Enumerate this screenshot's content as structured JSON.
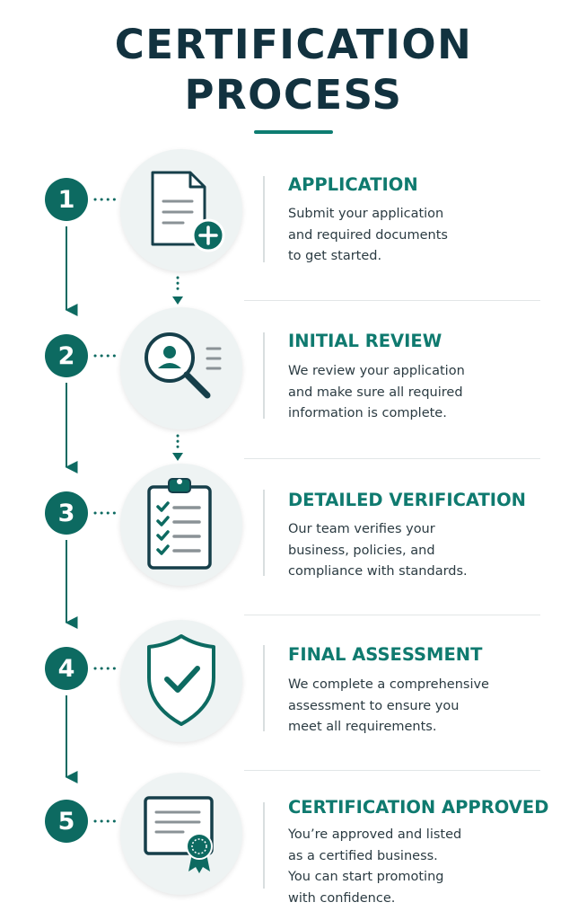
{
  "title": {
    "line1": "CERTIFICATION",
    "line2": "PROCESS"
  },
  "colors": {
    "primary": "#0d6a61",
    "accent": "#0f7a6f",
    "heading": "#12323f",
    "text": "#2b3b42"
  },
  "steps": [
    {
      "number": "1",
      "title": "APPLICATION",
      "icon": "document-plus-icon",
      "description": [
        "Submit your application",
        "and required documents",
        "to get started."
      ]
    },
    {
      "number": "2",
      "title": "INITIAL REVIEW",
      "icon": "magnifier-person-icon",
      "description": [
        "We review your application",
        "and make sure all required",
        "information is complete."
      ]
    },
    {
      "number": "3",
      "title": "DETAILED VERIFICATION",
      "icon": "clipboard-checklist-icon",
      "description": [
        "Our team verifies your",
        "business, policies, and",
        "compliance with standards."
      ]
    },
    {
      "number": "4",
      "title": "FINAL ASSESSMENT",
      "icon": "shield-check-icon",
      "description": [
        "We complete a comprehensive",
        "assessment to ensure you",
        "meet all requirements."
      ]
    },
    {
      "number": "5",
      "title": "CERTIFICATION APPROVED",
      "icon": "certificate-badge-icon",
      "description": [
        "You’re approved and listed",
        "as a certified business.",
        "You can start promoting",
        "with confidence."
      ]
    }
  ]
}
